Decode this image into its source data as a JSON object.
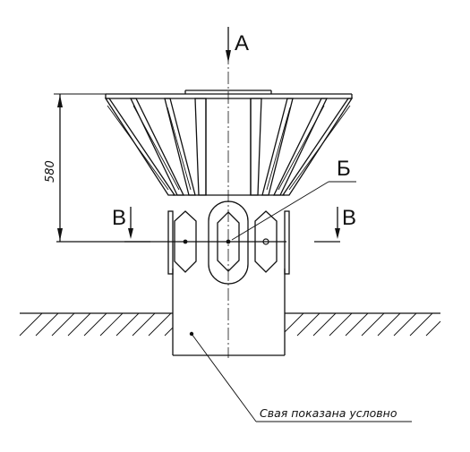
{
  "labels": {
    "view_a": "А",
    "callout_b": "Б",
    "section_left": "В",
    "section_right": "В",
    "dimension": "580",
    "pile_note": "Свая показана условно"
  }
}
